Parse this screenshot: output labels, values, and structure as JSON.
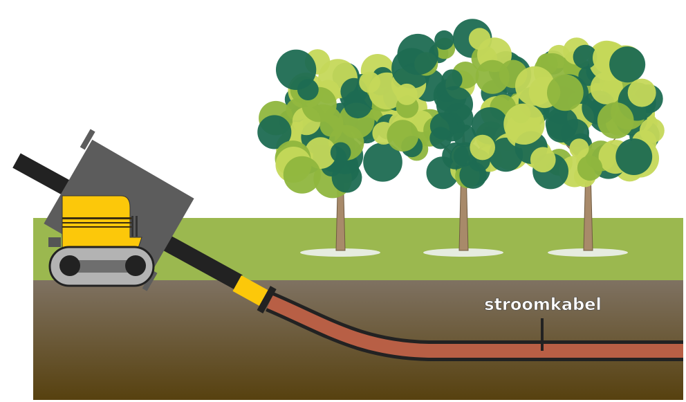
{
  "labels": {
    "cable": "stroomkabel"
  },
  "colors": {
    "grass": "#9bb84f",
    "soil_top": "#7e7060",
    "soil_bottom": "#5a4516",
    "cable": "#b85f45",
    "machine_yellow": "#fcc80a",
    "machine_gray": "#5c5c5c",
    "pipe_black": "#222222",
    "leaf_light": "#c5d85a",
    "leaf_dark": "#1d6b52"
  },
  "trees": [
    {
      "id": "tree-left"
    },
    {
      "id": "tree-middle"
    },
    {
      "id": "tree-right"
    }
  ]
}
